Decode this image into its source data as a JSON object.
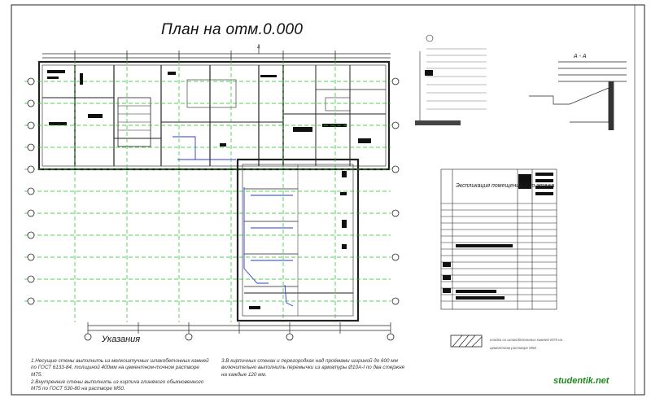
{
  "drawing": {
    "title": "План на отм.0.000",
    "notes_title": "Указания",
    "notes": [
      "1.Несущие стены выполнить из мелкоштучных шлакобетонных камней по ГОСТ 6133-84, толщиной 400мм на цементном-точном растворе М75.",
      "2.Внутренние стены выполнить из кирпича глиняного обыкновенного М75 по ГОСТ 530-80 на растворе М50.",
      "3.В кирпичных стенах и перегородках над проёмами шириной до 600 мм включительно выполнить перемычки из арматуры Ø10А-I по два стержня на каждые 120 мм."
    ],
    "explication_title": "Экспликация помещений 1-го этажа",
    "section_title": "А - А",
    "legend_hatch_text_1": "кладка из шлакобетонных камней М75 на",
    "legend_hatch_text_2": "цементном растворе М50",
    "watermark": "studentik.net",
    "axis_top_label": "4"
  }
}
